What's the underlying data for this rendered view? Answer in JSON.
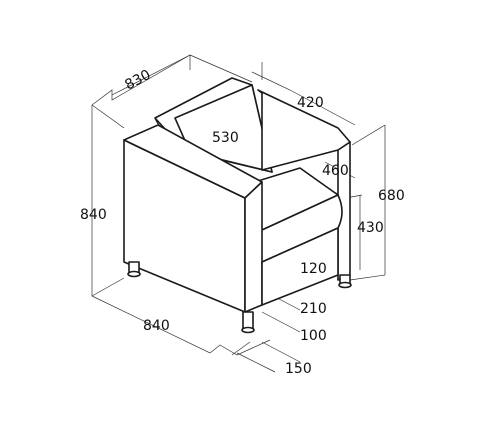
{
  "dimensions": {
    "overall_width": "830",
    "backrest_depth": "420",
    "inner_width": "530",
    "seat_depth": "460",
    "overall_height": "840",
    "total_height_side": "680",
    "seat_height": "430",
    "cushion_gap": "120",
    "under_height": "210",
    "leg_height": "100",
    "depth_front": "840",
    "leg_offset": "150"
  },
  "colors": {
    "line": "#1a1a1a",
    "background": "#ffffff"
  }
}
